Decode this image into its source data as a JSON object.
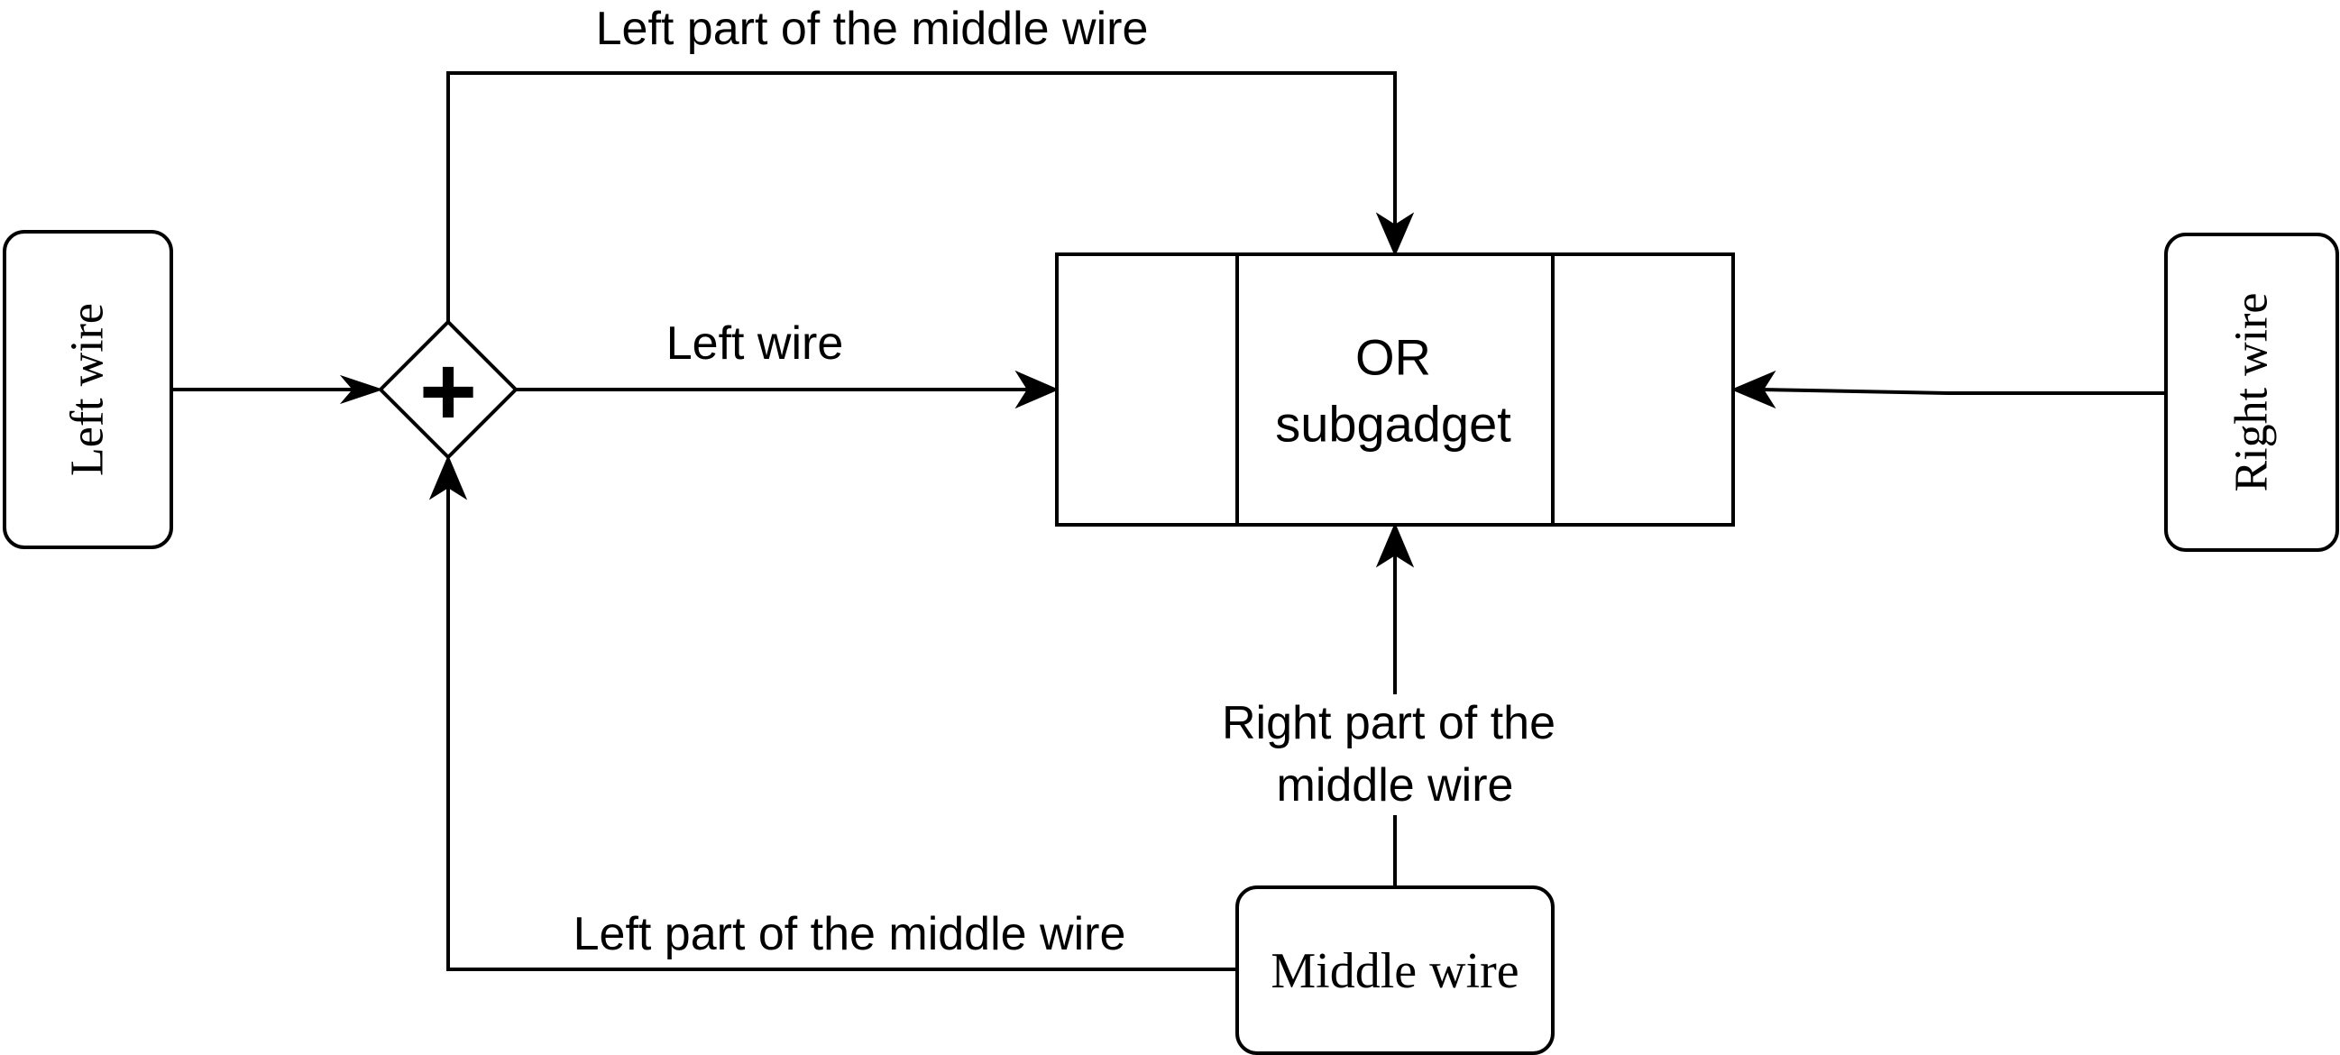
{
  "nodes": {
    "left_wire": "Left wire",
    "right_wire": "Right wire",
    "middle_wire": "Middle wire",
    "or_line1": "OR",
    "or_line2": "subgadget",
    "junction_symbol": "+"
  },
  "edges": {
    "top_label": "Left part of the middle wire",
    "left_wire_label": "Left wire",
    "right_part_line1": "Right part of the",
    "right_part_line2": "middle wire",
    "bottom_label": "Left part of the middle wire"
  },
  "colors": {
    "stroke": "#000000",
    "fill": "#ffffff"
  }
}
